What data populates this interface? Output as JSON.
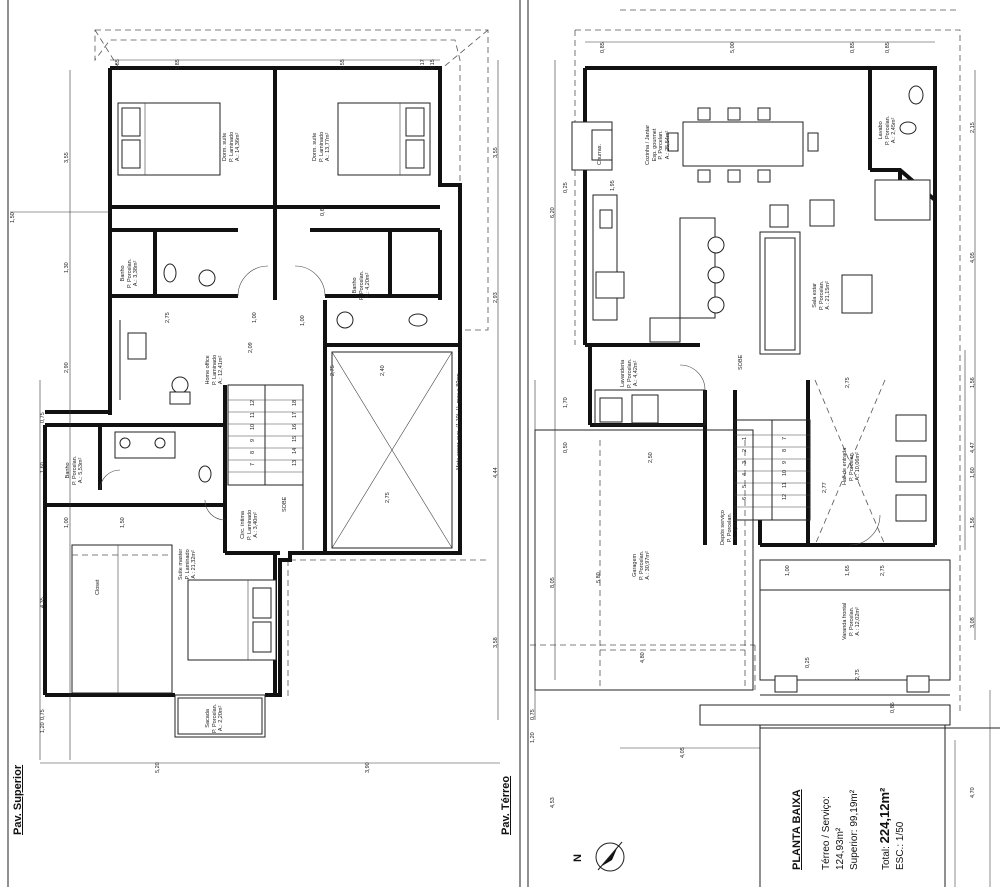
{
  "floors": {
    "upper": {
      "title": "Pav. Superior"
    },
    "ground": {
      "title": "Pav. Térreo"
    }
  },
  "rooms_upper": {
    "dorm_suite_1": {
      "name": "Dorm. suíte",
      "floor": "P. Laminado",
      "area": "A.: 14,36m²"
    },
    "dorm_suite_2": {
      "name": "Dorm. suíte",
      "floor": "P. Laminado",
      "area": "A.: 13,77m²"
    },
    "bath_1": {
      "name": "Banho",
      "floor": "P. Porcelan.",
      "area": "A.: 3,38m²"
    },
    "bath_2": {
      "name": "Banho",
      "floor": "P. Porcelan.",
      "area": "A.: 4,20m²"
    },
    "office": {
      "name": "Home office",
      "floor": "P. Laminado",
      "area": "A.: 12,41m²"
    },
    "bath_3": {
      "name": "Banho",
      "floor": "P. Porcelan.",
      "area": "A.: 5,53m²"
    },
    "circ": {
      "name": "Circ. íntima",
      "floor": "P. Laminado",
      "area": "A.: 3,40m²"
    },
    "master": {
      "name": "Suíte master",
      "floor": "P. Laminado",
      "area": "A.: 21,32m²"
    },
    "closet": {
      "name": "Closet"
    },
    "sacada": {
      "name": "Sacada",
      "floor": "P. Porcelan.",
      "area": "A.: 2,20m²"
    },
    "void_note": "Mata ancor. sup. (1,10), H. max = 80cm"
  },
  "rooms_ground": {
    "kitchen": {
      "name": "Cozinha / Jantar",
      "sub": "Esp. gourmet",
      "floor": "P. Porcelan.",
      "area": "A.: 25,54m²"
    },
    "lavabo": {
      "name": "Lavabo",
      "floor": "P. Porcelan.",
      "area": "A.: 2,45m²"
    },
    "sala": {
      "name": "Sala estar",
      "floor": "P. Porcelan.",
      "area": "A.: 21,15m²"
    },
    "lavanderia": {
      "name": "Lavanderia",
      "floor": "P. Porcelan.",
      "area": "A.: 4,42m²"
    },
    "garagem": {
      "name": "Garagem",
      "floor": "P. Porcelan.",
      "area": "A.: 30,97m²"
    },
    "hall": {
      "name": "Hall de entrada",
      "floor": "P. Porcelan.",
      "area": "A.: 10,06m²"
    },
    "deposito": {
      "name": "Depós serviço",
      "floor": "P. Porcelan.",
      "area": "A.: 1,87m²"
    },
    "varanda": {
      "name": "Varanda frontal",
      "floor": "P. Porcelan.",
      "area": "A.: 12,02m²"
    },
    "churrasq": "Churras."
  },
  "stairs": {
    "sobe": "SOBE",
    "steps_upper": [
      "18",
      "17",
      "16",
      "15",
      "14",
      "13",
      "12",
      "11",
      "10",
      "9",
      "8",
      "7"
    ],
    "steps_ground": [
      "1",
      "2",
      "3",
      "4",
      "5",
      "6",
      "7",
      "8",
      "9",
      "10",
      "11",
      "12"
    ]
  },
  "dims": {
    "upper_top": [
      "1,85",
      "3,85",
      "3,55",
      "0,17",
      "0,15"
    ],
    "upper_left": [
      "3,55",
      "1,50",
      "1,30",
      "2,90",
      "0,75",
      "1,60",
      "1,00",
      "4,35",
      "0,75",
      "1,20"
    ],
    "upper_right": [
      "3,55",
      "2,93",
      "4,44",
      "3,58"
    ],
    "upper_bottom": [
      "5,20",
      "3,90"
    ],
    "ground_top": [
      "0,85",
      "5,00",
      "0,85",
      "0,85"
    ],
    "ground_left": [
      "6,20",
      "0,25",
      "1,70",
      "0,50",
      "8,05",
      "4,53",
      "0,75",
      "1,20"
    ],
    "ground_right": [
      "2,15",
      "4,05",
      "1,56",
      "4,47",
      "1,60",
      "1,56",
      "3,08",
      "4,70"
    ],
    "ground_bottom": [
      "4,05",
      "0,85",
      "2,75",
      "0,25"
    ],
    "inner": [
      "2,75",
      "2,75",
      "2,09",
      "1,00",
      "1,00",
      "2,40",
      "2,75",
      "1,50",
      "0,65",
      "5,80",
      "4,80",
      "2,77",
      "2,50",
      "2,75",
      "1,65",
      "2,75",
      "1,00",
      "1,95"
    ]
  },
  "stamp": {
    "heading": "PLANTA BAIXA",
    "line1": "Térreo / Serviço:",
    "line2": "124,93m²",
    "line3": "Superior: 99,19m²",
    "total_label": "Total:",
    "total_value": "224,12m²",
    "scale": "ESC.: 1/50"
  },
  "north": "N"
}
